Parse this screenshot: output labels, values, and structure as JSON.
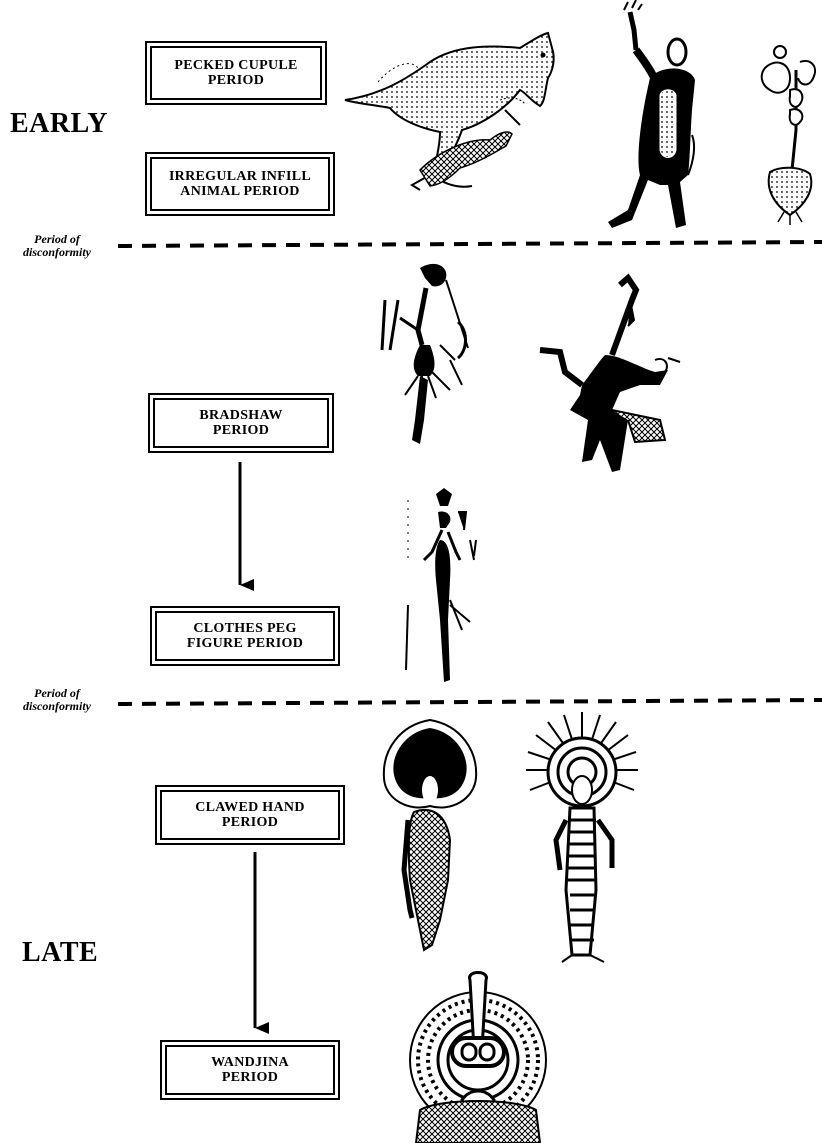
{
  "eras": {
    "early": "EARLY",
    "late": "LATE"
  },
  "periods": {
    "pecked_cupule": {
      "line1": "PECKED CUPULE",
      "line2": "PERIOD"
    },
    "irregular_infill": {
      "line1": "IRREGULAR INFILL",
      "line2": "ANIMAL PERIOD"
    },
    "bradshaw": {
      "line1": "BRADSHAW",
      "line2": "PERIOD"
    },
    "clothes_peg": {
      "line1": "CLOTHES PEG",
      "line2": "FIGURE PERIOD"
    },
    "clawed_hand": {
      "line1": "CLAWED HAND",
      "line2": "PERIOD"
    },
    "wandjina": {
      "line1": "WANDJINA",
      "line2": "PERIOD"
    }
  },
  "disconformity": {
    "first": {
      "line1": "Period of",
      "line2": "disconformity"
    },
    "second": {
      "line1": "Period of",
      "line2": "disconformity"
    }
  },
  "colors": {
    "ink": "#000000",
    "paper": "#ffffff",
    "stipple": "#e8e8e8"
  }
}
